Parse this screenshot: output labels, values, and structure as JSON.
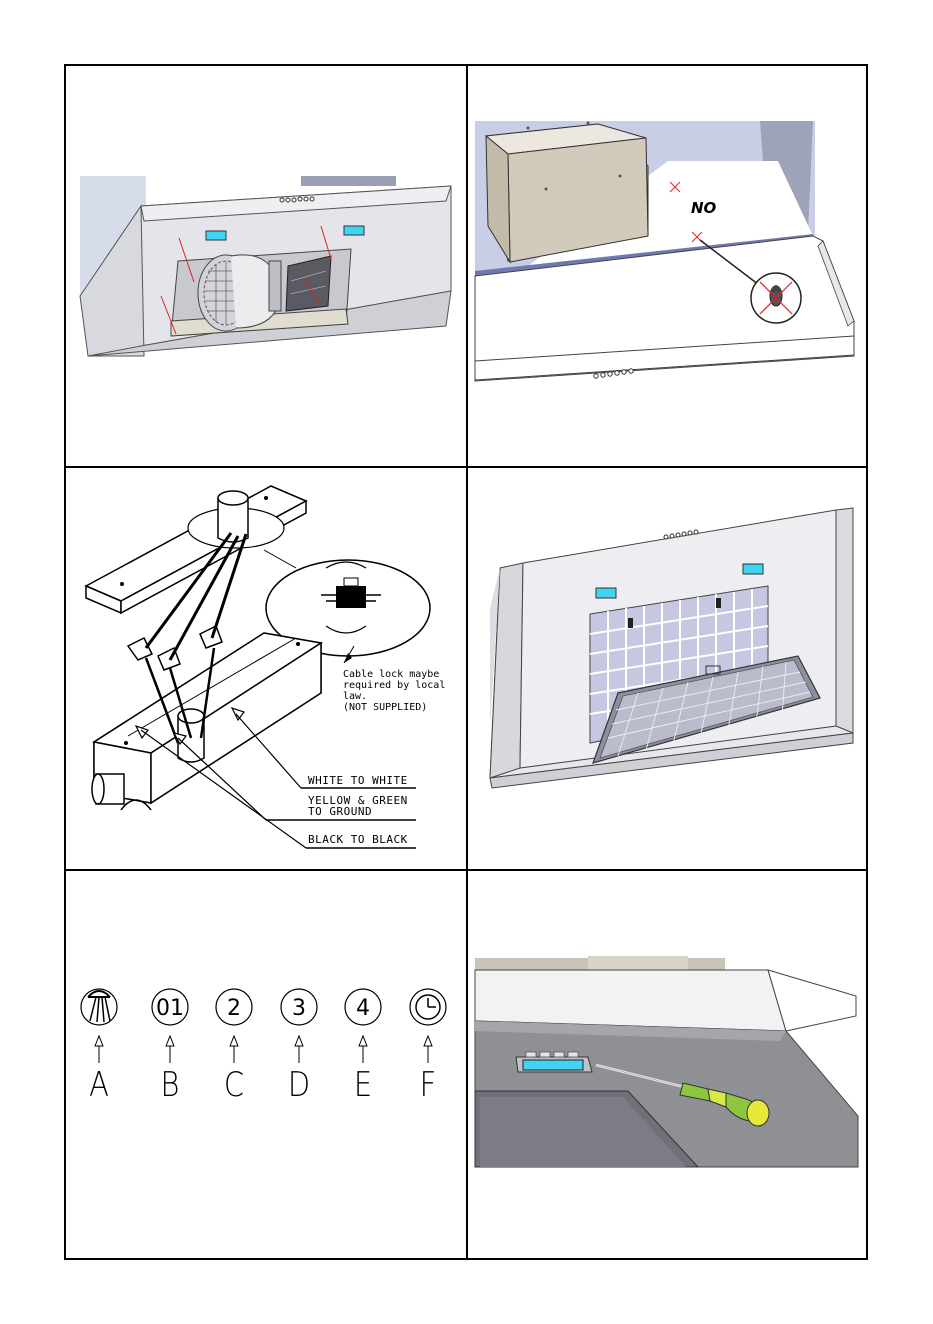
{
  "panel2": {
    "no_label": "NO"
  },
  "panel3": {
    "cable_note": [
      "Cable lock maybe",
      "required by local",
      "law.",
      "(NOT SUPPLIED)"
    ],
    "wire_white": "WHITE TO WHITE",
    "wire_ground_1": "YELLOW & GREEN",
    "wire_ground_2": "TO GROUND",
    "wire_black": "BLACK TO BLACK"
  },
  "panel5": {
    "controls": [
      {
        "letter": "A",
        "symbol": "light-icon",
        "text": ""
      },
      {
        "letter": "B",
        "symbol": "text",
        "text": "01"
      },
      {
        "letter": "C",
        "symbol": "text",
        "text": "2"
      },
      {
        "letter": "D",
        "symbol": "text",
        "text": "3"
      },
      {
        "letter": "E",
        "symbol": "text",
        "text": "4"
      },
      {
        "letter": "F",
        "symbol": "timer-icon",
        "text": ""
      }
    ]
  }
}
